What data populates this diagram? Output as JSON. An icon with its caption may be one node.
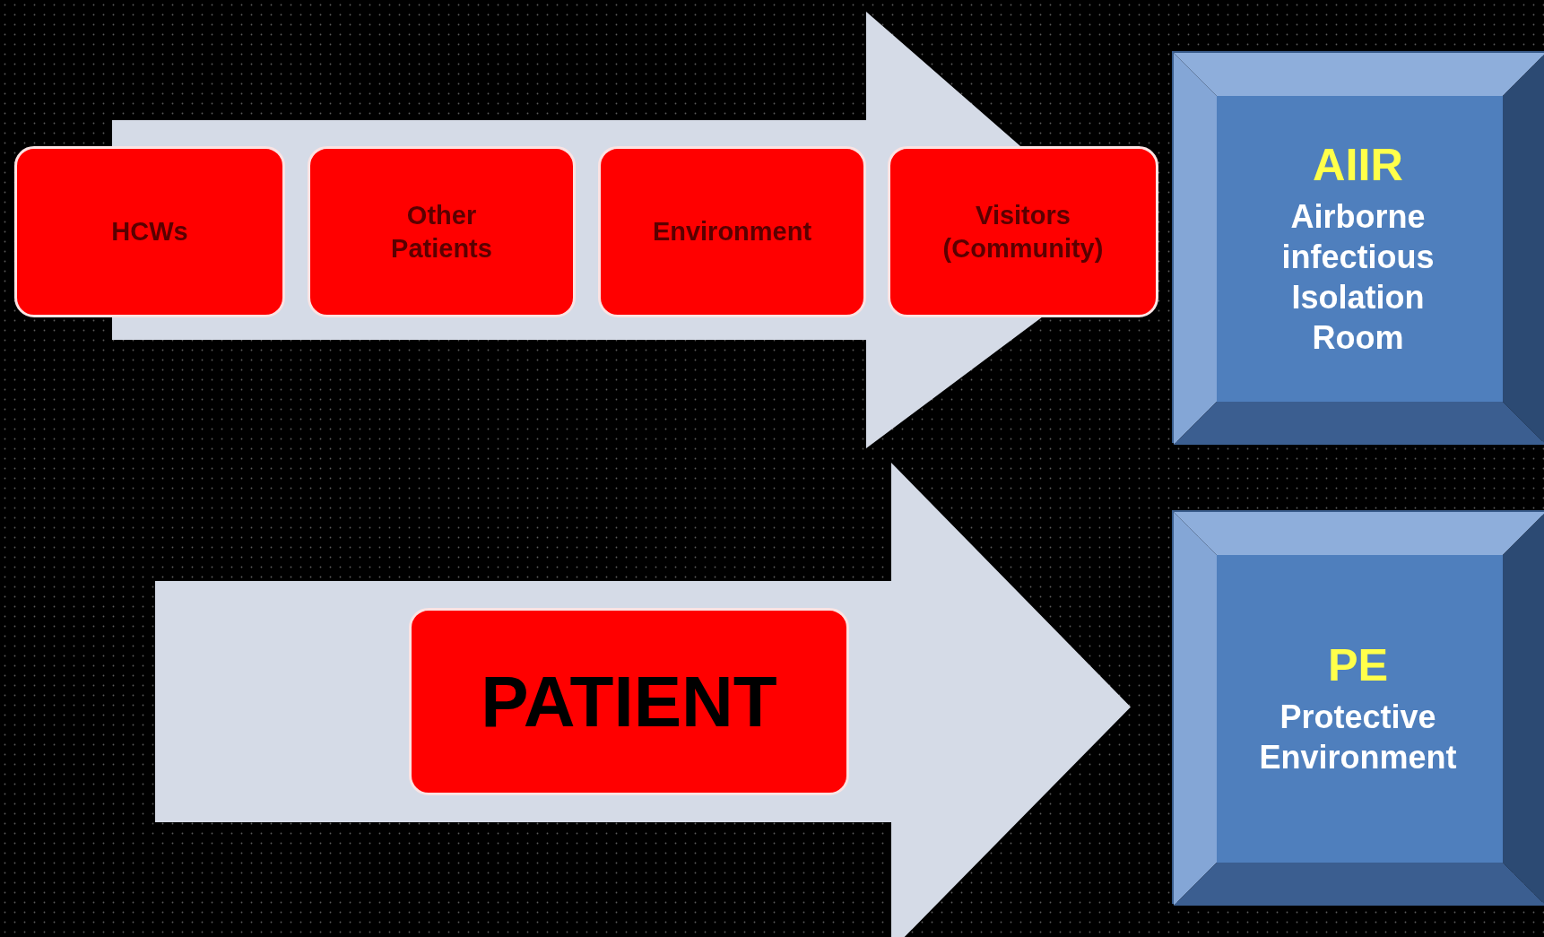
{
  "diagram": {
    "nodes": [
      {
        "text": [
          "HCWs"
        ]
      },
      {
        "text": [
          "Other Patients"
        ]
      },
      {
        "text": [
          "Environment"
        ]
      },
      {
        "text": [
          "Visitors (Community)"
        ]
      },
      {
        "text": [
          "AIIR",
          "Airborne infectious Isolation Room"
        ]
      },
      {
        "text": [
          "PATIENT"
        ]
      },
      {
        "text": [
          "PE",
          "Protective Environment"
        ]
      }
    ],
    "edges": [
      {
        "from": null,
        "to": 4,
        "arrow": "to",
        "style": "thick"
      },
      {
        "from": null,
        "to": 6,
        "arrow": "to",
        "style": "thick"
      }
    ]
  }
}
